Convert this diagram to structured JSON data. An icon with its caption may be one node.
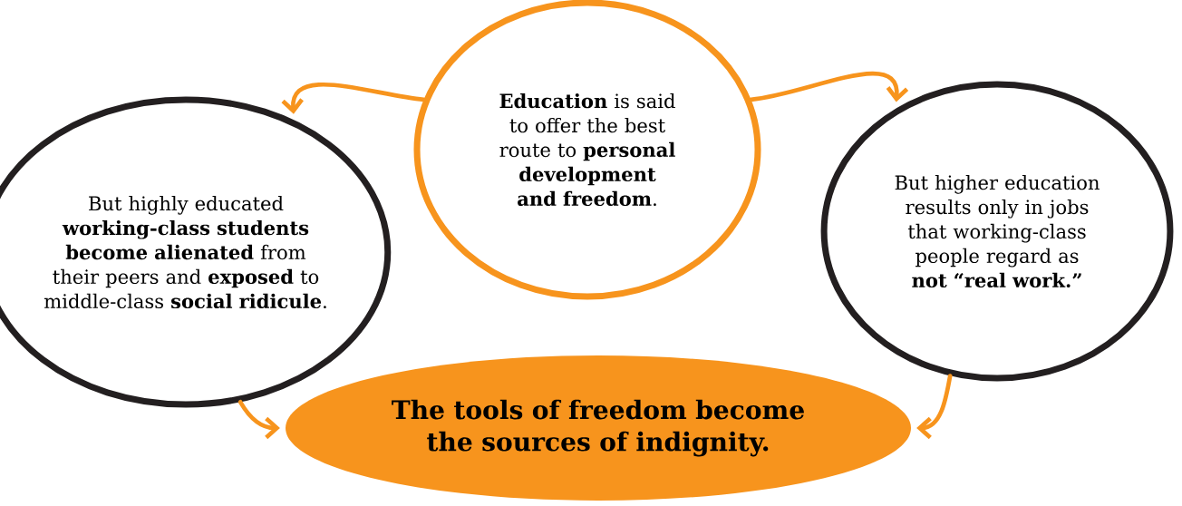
{
  "diagram": {
    "nodes": [
      {
        "text": [
          "**Education** is said to offer the best route to **personal development and freedom**."
        ]
      },
      {
        "text": [
          "But highly educated **working-class students become alienated** from their peers and **exposed** to middle-class **social ridicule**."
        ]
      },
      {
        "text": [
          "But higher education results only in jobs that working-class people regard as **not “real work.”**"
        ]
      },
      {
        "text": [
          "The tools of freedom become the sources of indignity."
        ]
      }
    ],
    "edges": [
      {
        "from": 0,
        "to": 1,
        "arrow": "to"
      },
      {
        "from": 0,
        "to": 2,
        "arrow": "to"
      },
      {
        "from": 1,
        "to": 3,
        "arrow": "to"
      },
      {
        "from": 2,
        "to": 3,
        "arrow": "to"
      }
    ]
  }
}
